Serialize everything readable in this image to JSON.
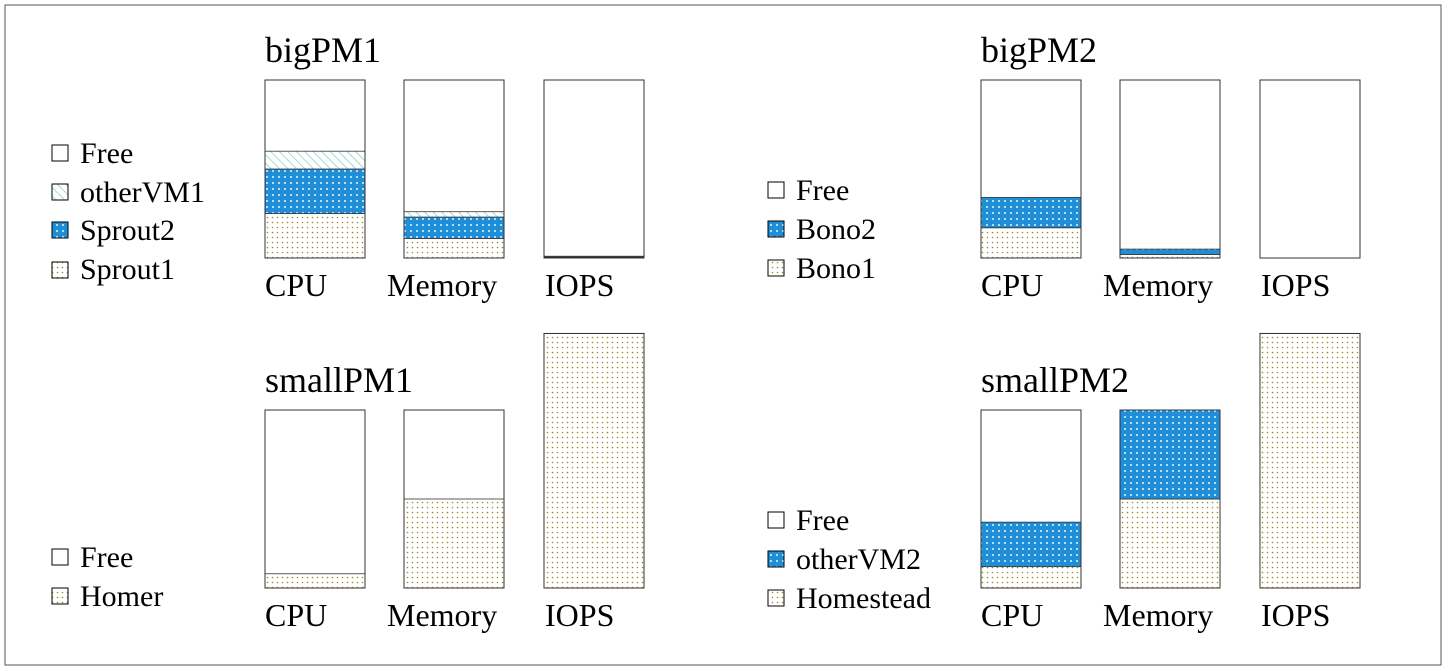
{
  "chart_data": [
    {
      "type": "bar",
      "stacked": true,
      "title": "bigPM1",
      "categories": [
        "CPU",
        "Memory",
        "IOPS"
      ],
      "ylim": [
        0,
        1
      ],
      "series": [
        {
          "name": "Sprout1",
          "pattern": "dots",
          "values": [
            0.25,
            0.11,
            0.005
          ]
        },
        {
          "name": "Sprout2",
          "pattern": "blue",
          "values": [
            0.25,
            0.12,
            0.005
          ]
        },
        {
          "name": "otherVM1",
          "pattern": "hatch",
          "values": [
            0.1,
            0.03,
            0.0
          ]
        }
      ],
      "legend": [
        "Free",
        "otherVM1",
        "Sprout2",
        "Sprout1"
      ]
    },
    {
      "type": "bar",
      "stacked": true,
      "title": "bigPM2",
      "categories": [
        "CPU",
        "Memory",
        "IOPS"
      ],
      "ylim": [
        0,
        1
      ],
      "series": [
        {
          "name": "Bono1",
          "pattern": "dots",
          "values": [
            0.17,
            0.02,
            0.0
          ]
        },
        {
          "name": "Bono2",
          "pattern": "blue",
          "values": [
            0.17,
            0.03,
            0.0
          ]
        }
      ],
      "legend": [
        "Free",
        "Bono2",
        "Bono1"
      ]
    },
    {
      "type": "bar",
      "stacked": true,
      "title": "smallPM1",
      "categories": [
        "CPU",
        "Memory",
        "IOPS"
      ],
      "ylim": [
        0,
        1
      ],
      "series": [
        {
          "name": "Homer",
          "pattern": "dots",
          "values": [
            0.08,
            0.5,
            1.43
          ]
        }
      ],
      "legend": [
        "Free",
        "Homer"
      ]
    },
    {
      "type": "bar",
      "stacked": true,
      "title": "smallPM2",
      "categories": [
        "CPU",
        "Memory",
        "IOPS"
      ],
      "ylim": [
        0,
        1
      ],
      "series": [
        {
          "name": "Homestead",
          "pattern": "dots",
          "values": [
            0.12,
            0.5,
            1.43
          ]
        },
        {
          "name": "otherVM2",
          "pattern": "blue",
          "values": [
            0.25,
            0.5,
            0.0
          ]
        }
      ],
      "legend": [
        "Free",
        "otherVM2",
        "Homestead"
      ]
    }
  ]
}
